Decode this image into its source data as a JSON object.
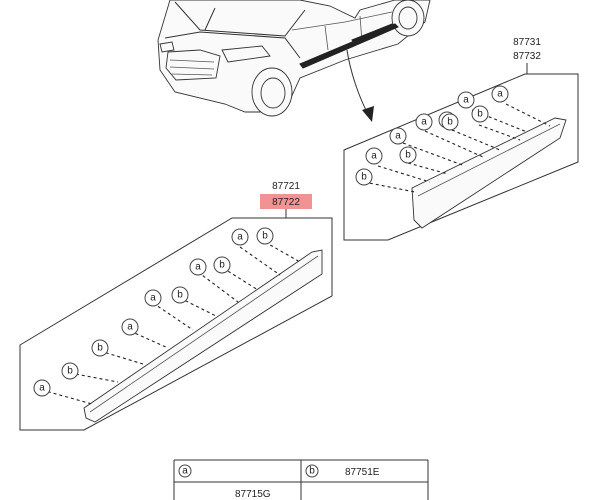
{
  "part_numbers": {
    "rear_group": [
      "87731",
      "87732"
    ],
    "front_group": [
      "87721",
      "87722"
    ],
    "highlighted": "87722"
  },
  "callout_letters": {
    "a": "a",
    "b": "b"
  },
  "legend": {
    "rows": [
      {
        "key": "a",
        "part": "87715G"
      },
      {
        "key": "b",
        "part": "87751E"
      }
    ]
  },
  "colors": {
    "highlight": "#f08080",
    "line": "#333333",
    "background": "#ffffff"
  }
}
